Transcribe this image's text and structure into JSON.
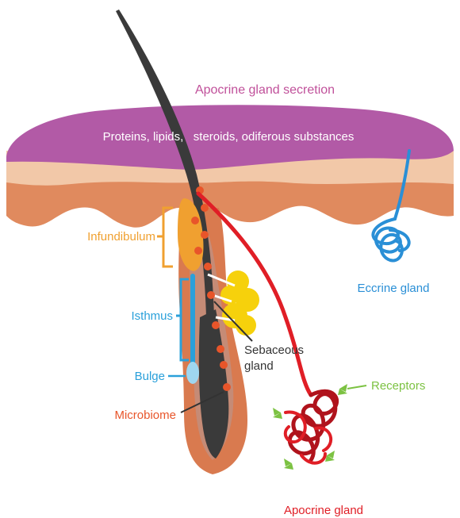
{
  "labels": {
    "secretion_title": "Apocrine gland secretion",
    "secretion_contents": "Proteins, lipids,   steroids, odiferous substances",
    "infundibulum": "Infundibulum",
    "isthmus": "Isthmus",
    "bulge": "Bulge",
    "microbiome": "Microbiome",
    "sebaceous_line1": "Sebaceous",
    "sebaceous_line2": "gland",
    "eccrine": "Eccrine gland",
    "receptors": "Receptors",
    "apocrine": "Apocrine gland"
  },
  "colors": {
    "secretion_layer": "#b25aa6",
    "secretion_title": "#c0509a",
    "epidermis_light": "#f2c8a8",
    "dermis": "#e08a5e",
    "hair_shaft": "#3a3a3a",
    "follicle_sheath": "#d97a4f",
    "follicle_inner": "#c58b76",
    "infundibulum": "#f0a030",
    "isthmus": "#2aa0da",
    "bulge": "#9fd6f0",
    "microbiome": "#e8552a",
    "sebaceous": "#f6d10c",
    "eccrine": "#2a8fd6",
    "apocrine": "#e01e26",
    "apocrine_dark": "#b0131c",
    "receptors": "#7cc242",
    "label_dark": "#333333"
  }
}
